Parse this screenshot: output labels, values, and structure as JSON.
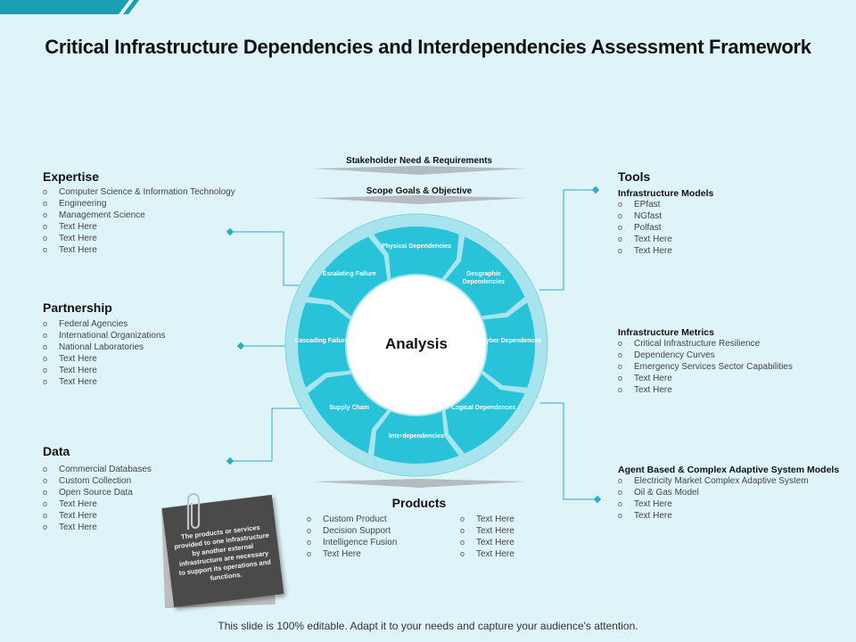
{
  "title": "Critical Infrastructure Dependencies and Interdependencies Assessment Framework",
  "top_bars": [
    "Stakeholder Need & Requirements",
    "Scope Goals & Objective"
  ],
  "center_label": "Analysis",
  "segments": [
    "Physical Dependencies",
    "Geographic Dependencies",
    "Cyber Dependences",
    "Logical Dependences",
    "Interdependencies",
    "Supply Chain",
    "Cascading Failure",
    "Escalating Failure"
  ],
  "expertise": {
    "heading": "Expertise",
    "items": [
      "Computer Science & Information Technology",
      "Engineering",
      "Management Science",
      "Text Here",
      "Text Here",
      "Text Here"
    ]
  },
  "partnership": {
    "heading": "Partnership",
    "items": [
      "Federal Agencies",
      "International Organizations",
      "National Laboratories",
      "Text Here",
      "Text Here",
      "Text Here"
    ]
  },
  "data_section": {
    "heading": "Data",
    "items": [
      "Commercial Databases",
      "Custom Collection",
      "Open Source Data",
      "Text Here",
      "Text Here",
      "Text Here"
    ]
  },
  "tools": {
    "heading": "Tools",
    "models_heading": "Infrastructure Models",
    "models": [
      "EPfast",
      "NGfast",
      "Polfast",
      "Text Here",
      "Text Here"
    ],
    "metrics_heading": "Infrastructure Metrics",
    "metrics": [
      "Critical Infrastructure Resilience",
      "Dependency Curves",
      "Emergency Services Sector Capabilities",
      "Text Here",
      "Text Here"
    ],
    "agent_heading": "Agent Based & Complex Adaptive System Models",
    "agent": [
      "Electricity Market Complex Adaptive System",
      "Oil & Gas Model",
      "Text Here",
      "Text Here"
    ]
  },
  "products": {
    "heading": "Products",
    "col1": [
      "Custom Product",
      "Decision Support",
      "Intelligence Fusion",
      "Text Here"
    ],
    "col2": [
      "Text Here",
      "Text Here",
      "Text Here",
      "Text Here"
    ]
  },
  "note": "The products or services provided to one infrastructure by another external infrastructure are necessary to support its operations and functions.",
  "footer": "This slide is 100% editable. Adapt it to your needs and capture your audience's attention.",
  "colors": {
    "ring_outer": "#a8e4ee",
    "segment": "#29c3d9",
    "accent": "#2bb5c9",
    "line": "#2ab0c5",
    "corner": "#1a9fb3"
  }
}
